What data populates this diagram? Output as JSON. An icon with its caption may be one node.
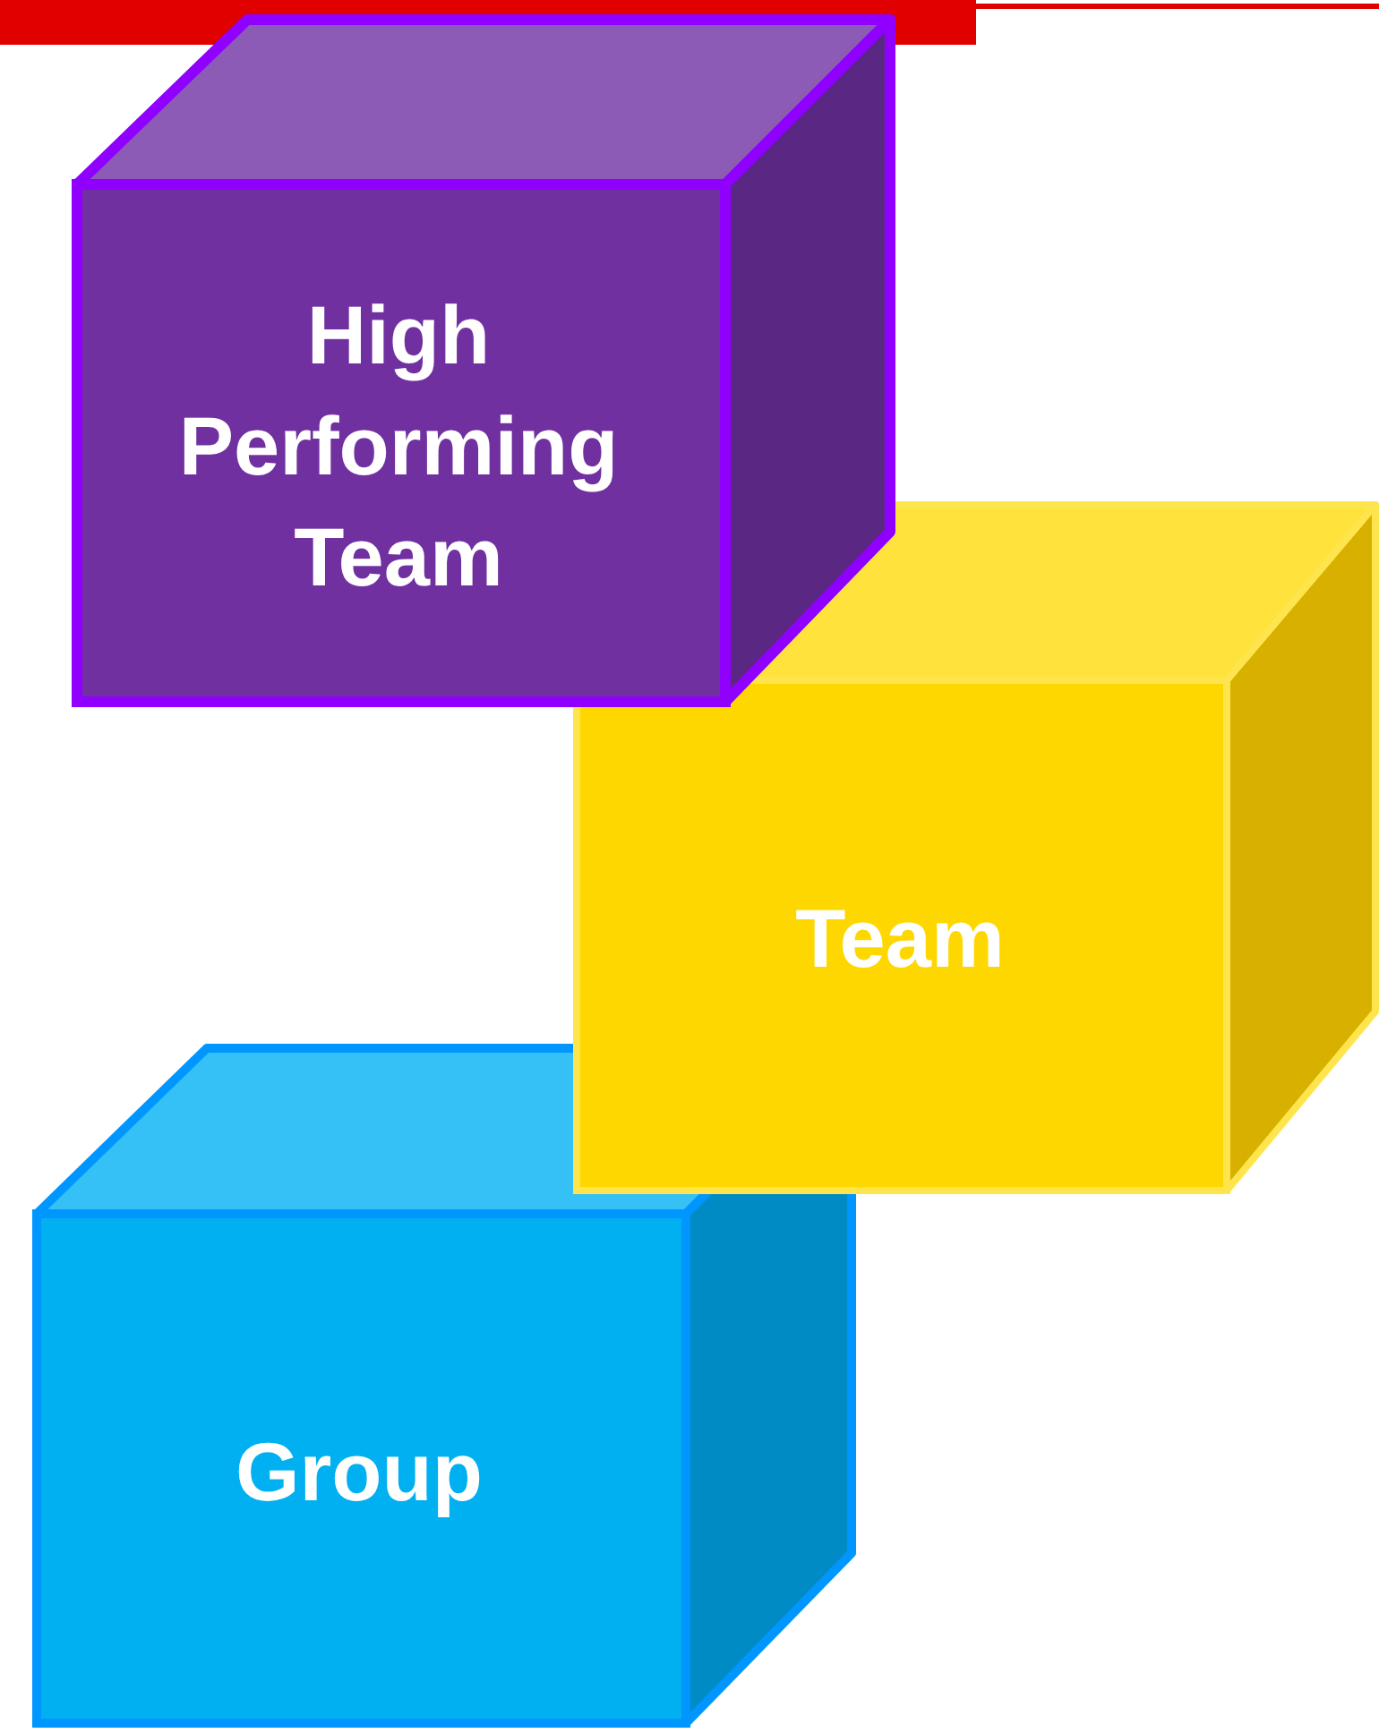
{
  "diagram": {
    "nodes": [
      {
        "text": [
          "High Performing Team"
        ]
      },
      {
        "text": [
          "Team"
        ]
      },
      {
        "text": [
          "Group"
        ]
      }
    ]
  }
}
